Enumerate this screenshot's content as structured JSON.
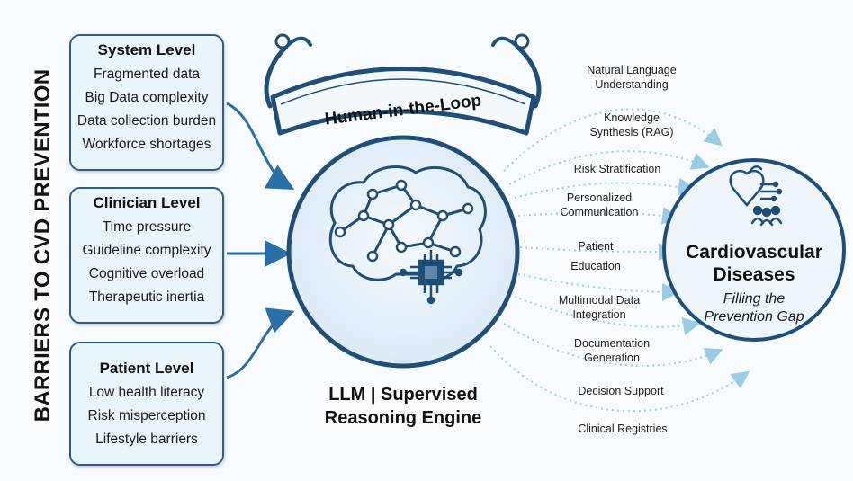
{
  "side_title": "BARRIERS TO CVD PREVENTION",
  "barriers": [
    {
      "title": "System Level",
      "items": [
        "Fragmented data",
        "Big Data complexity",
        "Data collection burden",
        "Workforce shortages"
      ]
    },
    {
      "title": "Clinician Level",
      "items": [
        "Time pressure",
        "Guideline complexity",
        "Cognitive overload",
        "Therapeutic inertia"
      ]
    },
    {
      "title": "Patient Level",
      "items": [
        "Low health literacy",
        "Risk misperception",
        "Lifestyle barriers"
      ]
    }
  ],
  "human_in_loop": "Human-in-the-Loop",
  "engine_label": [
    "LLM | Supervised",
    "Reasoning Engine"
  ],
  "capabilities": [
    [
      "Natural Language",
      "Understanding"
    ],
    [
      "Knowledge",
      "Synthesis (RAG)"
    ],
    [
      "Risk Stratification"
    ],
    [
      "Personalized",
      "Communication"
    ],
    [
      "Patient",
      "Education"
    ],
    [
      "Multimodal Data",
      "Integration"
    ],
    [
      "Documentation",
      "Generation"
    ],
    [
      "Decision Support"
    ],
    [
      "Clinical Registries"
    ]
  ],
  "target": {
    "title": [
      "Cardiovascular",
      "Diseases"
    ],
    "subtitle": [
      "Filling the",
      "Prevention Gap"
    ]
  },
  "colors": {
    "box_border": "#2b5d85",
    "box_fill": "#eaf4fb",
    "arrow": "#2a6fa6",
    "dotted": "#9ccbe6",
    "circle_fill": "#e3eff8"
  },
  "icons": {
    "brain": "brain-circuit-icon",
    "chip": "microchip-icon",
    "stethoscope": "stethoscope-icon",
    "heart": "heart-people-icon"
  }
}
